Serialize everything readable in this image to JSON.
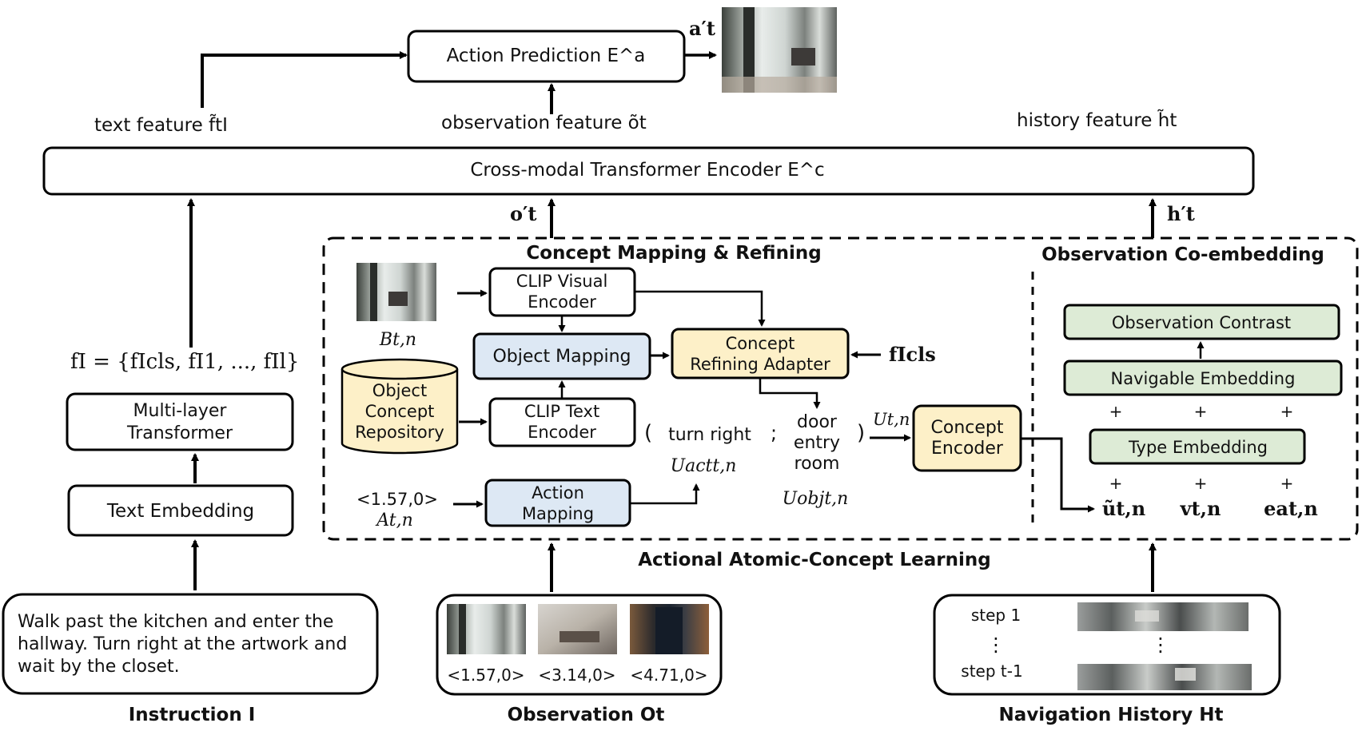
{
  "top": {
    "action_prediction": "Action Prediction E^a",
    "action_out": "a′t",
    "text_feature": "text feature f̃tI",
    "observation_feature": "observation feature õt",
    "history_feature": "history feature h̃t",
    "cross_modal": "Cross-modal Transformer Encoder E^c",
    "o_prime": "o′t",
    "h_prime": "h′t"
  },
  "left": {
    "f_equation": "fI = {fIcls, fI1, ..., fIl}",
    "multilayer_l1": "Multi-layer",
    "multilayer_l2": "Transformer",
    "text_embedding": "Text Embedding",
    "instruction_l1": "Walk past the kitchen and enter the",
    "instruction_l2": "hallway.  Turn right at the artwork and",
    "instruction_l3": "wait by the closet.",
    "instruction_caption": "Instruction I"
  },
  "aacl": {
    "cmr_title": "Concept Mapping & Refining",
    "oce_title": "Observation Co-embedding",
    "bottom_title": "Actional Atomic-Concept Learning",
    "b_label": "Bt,n",
    "clip_visual_l1": "CLIP Visual",
    "clip_visual_l2": "Encoder",
    "object_mapping": "Object Mapping",
    "concept_refining_l1": "Concept",
    "concept_refining_l2": "Refining Adapter",
    "f_cls": "fIcls",
    "repo_l1": "Object",
    "repo_l2": "Concept",
    "repo_l3": "Repository",
    "clip_text_l1": "CLIP Text",
    "clip_text_l2": "Encoder",
    "paren_open": "(",
    "turn_right": "turn right",
    "semicolon": ";",
    "door": "door",
    "entry": "entry",
    "room": "room",
    "paren_close": ")",
    "u_act": "Uactt,n",
    "u_obj": "Uobjt,n",
    "u_tn": "Ut,n",
    "coord": "<1.57,0>",
    "a_label": "At,n",
    "action_mapping_l1": "Action",
    "action_mapping_l2": "Mapping",
    "concept_encoder_l1": "Concept",
    "concept_encoder_l2": "Encoder",
    "observation_contrast": "Observation Contrast",
    "navigable_embedding": "Navigable Embedding",
    "type_embedding": "Type Embedding",
    "plus": "+",
    "u_tilde": "ũt,n",
    "v_tn": "vt,n",
    "e_a": "eat,n"
  },
  "observation": {
    "coords": [
      "<1.57,0>",
      "<3.14,0>",
      "<4.71,0>"
    ],
    "caption": "Observation Ot"
  },
  "history": {
    "step1": "step 1",
    "dots": "⋮",
    "step_t1": "step t-1",
    "caption": "Navigation History Ht"
  }
}
